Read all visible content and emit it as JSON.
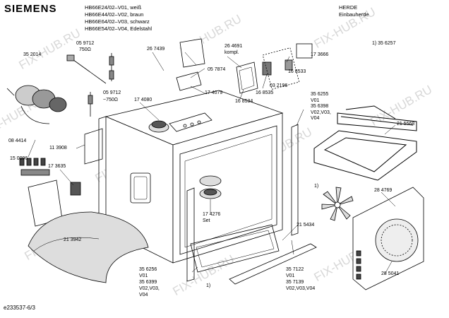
{
  "brand": "SIEMENS",
  "header": {
    "models": [
      "HB66E24/02–V01, weiß",
      "HB66E44/02–V02, braun",
      "HB66E64/02–V03, schwarz",
      "HB66E54/02–V04, Edelstahl"
    ],
    "category": [
      "HERDE",
      "Einbauherde"
    ]
  },
  "watermark": "FIX-HUB.RU",
  "footer_code": "e233537-6/3",
  "parts": {
    "p059712a": "05 9712",
    "p750a": "750Ω",
    "p352014": "35 2014",
    "p267439": "26 7439",
    "p264691": "26 4691",
    "kompl": "kompl.",
    "p173666": "17 3666",
    "p1_356257": "1)  35 6257",
    "p057874": "05 7874",
    "p168533": "16 8533",
    "p032196": "03 2196",
    "p168535": "16 8535",
    "p168534": "16 8534",
    "p174079": "17 4079",
    "p059712b": "05 9712",
    "p750b": "~750Ω",
    "p174080": "17 4080",
    "p356255": "35 6255",
    "v01a": "V01",
    "p356398": "35 6398",
    "v0203a": "V02,V03,",
    "v04a": "V04",
    "p084414": "08 4414",
    "p113908": "11 3908",
    "p215568": "21 5568",
    "p150096": "15 0096",
    "p173635": "17 3635",
    "mark1": "1)",
    "p284769": "28 4769",
    "p174276": "17 4276",
    "set": "Set",
    "p213942": "21 3942",
    "p215434": "21 5434",
    "p356256": "35 6256",
    "v01b": "V01",
    "p356399": "35 6399",
    "v0203b": "V02,V03,",
    "v04b": "V04",
    "mark2": "1)",
    "p357122": "35 7122",
    "v01c": "V01",
    "p357139": "35 7139",
    "v020304": "V02,V03,V04",
    "p285041": "28 5041"
  }
}
